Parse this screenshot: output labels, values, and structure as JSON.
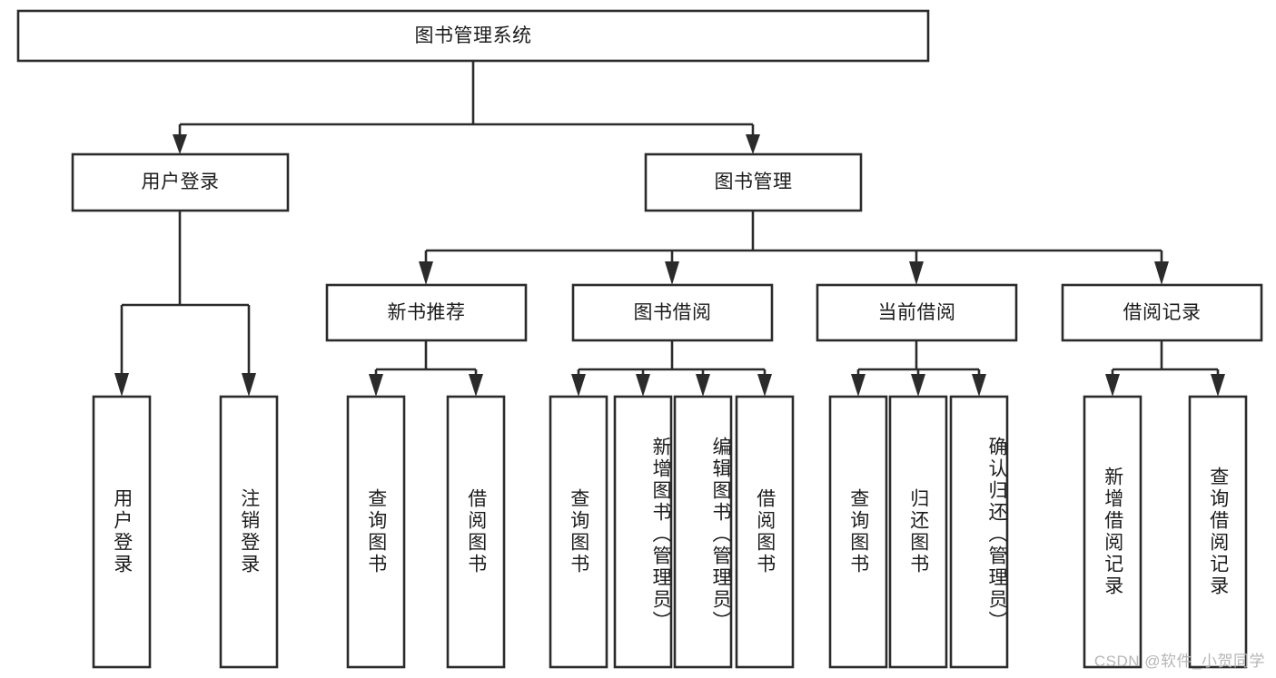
{
  "diagram": {
    "type": "tree-hierarchy",
    "title": "图书管理系统",
    "watermark": "CSDN @软件_小贺同学",
    "colors": {
      "box_stroke": "#2b2b2b",
      "box_fill": "#ffffff",
      "text": "#1c1c1c",
      "background": "#ffffff",
      "watermark": "#b6b6b6"
    },
    "levels": {
      "root": {
        "label": "图书管理系统"
      },
      "level2": [
        {
          "label": "用户登录"
        },
        {
          "label": "图书管理"
        }
      ],
      "level3": [
        {
          "label": "新书推荐"
        },
        {
          "label": "图书借阅"
        },
        {
          "label": "当前借阅"
        },
        {
          "label": "借阅记录"
        }
      ],
      "leaves": {
        "user_login_children": [
          {
            "label": "用户登录"
          },
          {
            "label": "注销登录"
          }
        ],
        "new_book_children": [
          {
            "label": "查询图书"
          },
          {
            "label": "借阅图书"
          }
        ],
        "book_borrow_children": [
          {
            "label": "查询图书"
          },
          {
            "label": "新增图书（管理员）"
          },
          {
            "label": "编辑图书（管理员）"
          },
          {
            "label": "借阅图书"
          }
        ],
        "current_borrow_children": [
          {
            "label": "查询图书"
          },
          {
            "label": "归还图书"
          },
          {
            "label": "确认归还（管理员）"
          }
        ],
        "borrow_record_children": [
          {
            "label": "新增借阅记录"
          },
          {
            "label": "查询借阅记录"
          }
        ]
      }
    }
  }
}
